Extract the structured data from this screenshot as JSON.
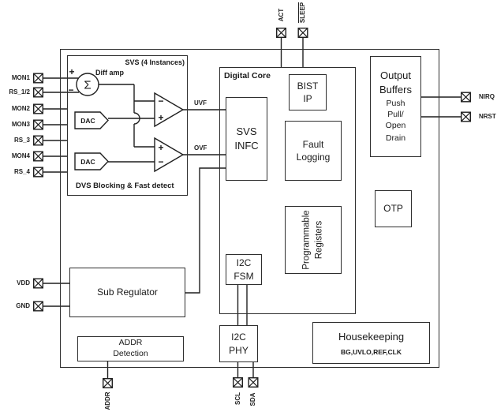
{
  "pins": {
    "left": [
      "MON1",
      "RS_1/2",
      "MON2",
      "MON3",
      "RS_3",
      "MON4",
      "RS_4"
    ],
    "power": [
      "VDD",
      "GND"
    ],
    "top": [
      "ACT",
      "SLEEP"
    ],
    "right": [
      "NIRQ",
      "NRST"
    ],
    "bottom": [
      "ADDR",
      "SCL",
      "SDA"
    ]
  },
  "svs": {
    "title": "SVS (4 Instances)",
    "diff_amp_label": "Diff amp",
    "sigma": "Σ",
    "in_plus": "+",
    "in_minus": "−",
    "dac1": "DAC",
    "dac2": "DAC",
    "comp1_minus": "−",
    "comp1_plus": "+",
    "comp2_plus": "+",
    "comp2_minus": "−",
    "uvf": "UVF",
    "ovf": "OVF",
    "footer": "DVS Blocking & Fast detect"
  },
  "digital_core": {
    "title": "Digital Core",
    "bist": {
      "line1": "BIST",
      "line2": "IP"
    },
    "svs_infc": {
      "line1": "SVS",
      "line2": "INFC"
    },
    "fault_logging": {
      "line1": "Fault",
      "line2": "Logging"
    },
    "prog_registers": {
      "line1": "Programmable",
      "line2": "Registers"
    },
    "i2c_fsm": {
      "line1": "I2C",
      "line2": "FSM"
    }
  },
  "blocks": {
    "output_buffers": {
      "title1": "Output",
      "title2": "Buffers",
      "sub1": "Push",
      "sub2": "Pull/",
      "sub3": "Open",
      "sub4": "Drain"
    },
    "otp": "OTP",
    "housekeeping": {
      "title": "Housekeeping",
      "subtitle": "BG,UVLO,REF,CLK"
    },
    "sub_regulator": "Sub Regulator",
    "addr_detection": {
      "line1": "ADDR",
      "line2": "Detection"
    },
    "i2c_phy": {
      "line1": "I2C",
      "line2": "PHY"
    }
  },
  "colors": {
    "wire": "#1f1f1f",
    "border": "#2e2e2e",
    "text": "#1a1a1a"
  }
}
